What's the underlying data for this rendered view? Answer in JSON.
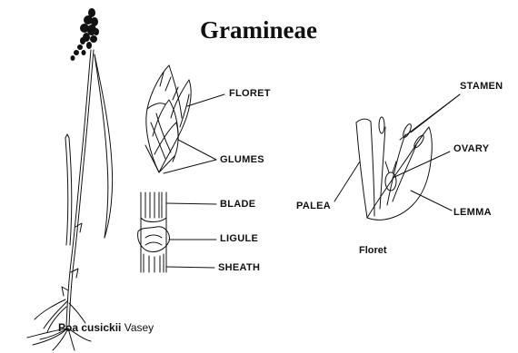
{
  "title": "Gramineae",
  "labels": {
    "floret": "FLORET",
    "glumes": "GLUMES",
    "blade": "BLADE",
    "ligule": "LIGULE",
    "sheath": "SHEATH",
    "stamen": "STAMEN",
    "ovary": "OVARY",
    "palea": "PALEA",
    "lemma": "LEMMA"
  },
  "floret_caption": "Floret",
  "species": {
    "scientific_name": "Poa cusickii",
    "authority": "Vasey"
  },
  "colors": {
    "ink": "#111111",
    "background": "#ffffff"
  }
}
